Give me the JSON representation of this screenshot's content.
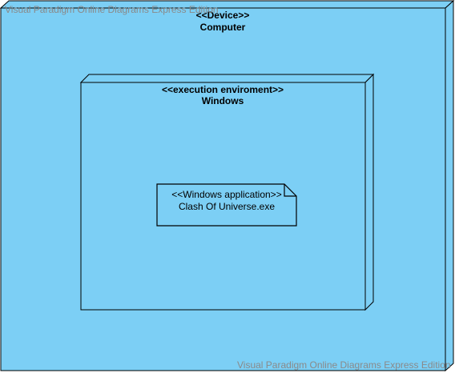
{
  "colors": {
    "node_fill": "#7ccff5",
    "stroke": "#000000",
    "canvas": "#ffffff",
    "watermark": "#8a8a8a"
  },
  "watermark": {
    "top": "Visual Paradigm Online Diagrams Express Edition",
    "bottom": "Visual Paradigm Online Diagrams Express Edition"
  },
  "device": {
    "stereotype": "<<Device>>",
    "name": "Computer"
  },
  "environment": {
    "stereotype": "<<execution enviroment>>",
    "name": "Windows"
  },
  "artifact": {
    "stereotype": "<<Windows application>>",
    "name": "Clash Of Universe.exe"
  }
}
